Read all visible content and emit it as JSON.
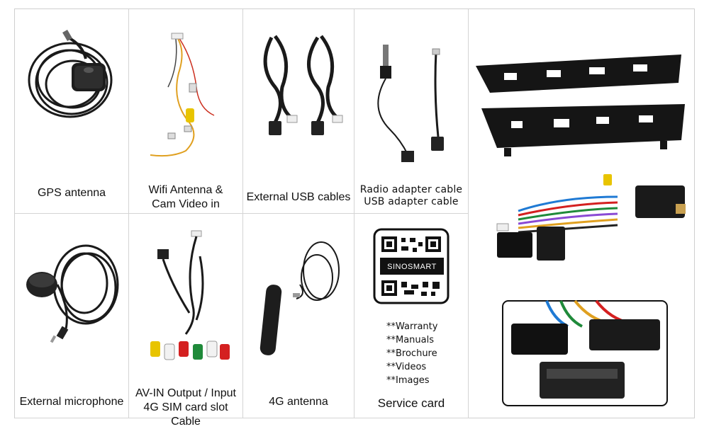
{
  "cells": {
    "gps": {
      "label": "GPS antenna"
    },
    "wifi": {
      "label_lines": [
        "Wifi Antenna &",
        "Cam Video in"
      ]
    },
    "usb": {
      "label": "External USB cables"
    },
    "radio": {
      "label_lines": [
        "Radio adapter cable",
        "USB adapter cable"
      ]
    },
    "mic": {
      "label": "External microphone"
    },
    "avin": {
      "label_lines": [
        "AV-IN Output / Input",
        "4G SIM card slot Cable"
      ]
    },
    "antenna4g": {
      "label": "4G antenna"
    },
    "service": {
      "label": "Service card",
      "qr_brand": "SINOSMART",
      "items": [
        "**Warranty",
        "**Manuals",
        "**Brochure",
        "**Videos",
        "**Images"
      ]
    }
  },
  "icons": {
    "gps": "gps-antenna-icon",
    "wifi": "wifi-cam-cable-icon",
    "usb": "usb-cables-icon",
    "radio": "radio-adapter-cable-icon",
    "mic": "microphone-icon",
    "avin": "av-in-rca-cable-icon",
    "antenna4g": "4g-antenna-icon",
    "qr": "qr-code-icon",
    "frame": "mounting-frame-icon",
    "harness": "wiring-harness-icon",
    "connectors": "connector-closeup-icon"
  },
  "colors": {
    "border": "#d4d4d4",
    "cable": "#1a1a1a",
    "rca_yellow": "#e8c400",
    "rca_red": "#d42020",
    "rca_white": "#f2f2f2",
    "rca_green": "#1f8a3a"
  }
}
